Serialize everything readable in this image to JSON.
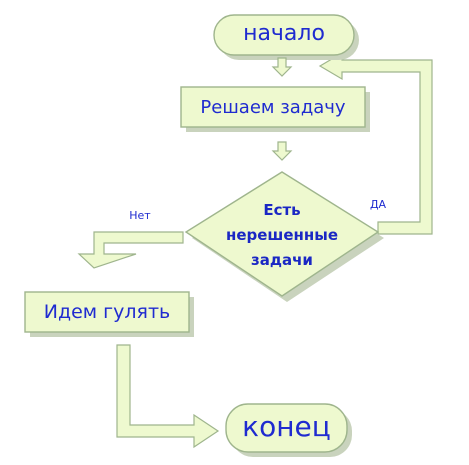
{
  "diagram": {
    "start": "начало",
    "process": "Решаем задачу",
    "decision_line1": "Есть",
    "decision_line2": "нерешенные",
    "decision_line3": "задачи",
    "yes_label": "ДА",
    "no_label": "Нет",
    "action": "Идем гулять",
    "end": "конец"
  },
  "colors": {
    "fill": "#eef9cf",
    "stroke": "#9fb58d",
    "text": "#1f2bd0"
  }
}
